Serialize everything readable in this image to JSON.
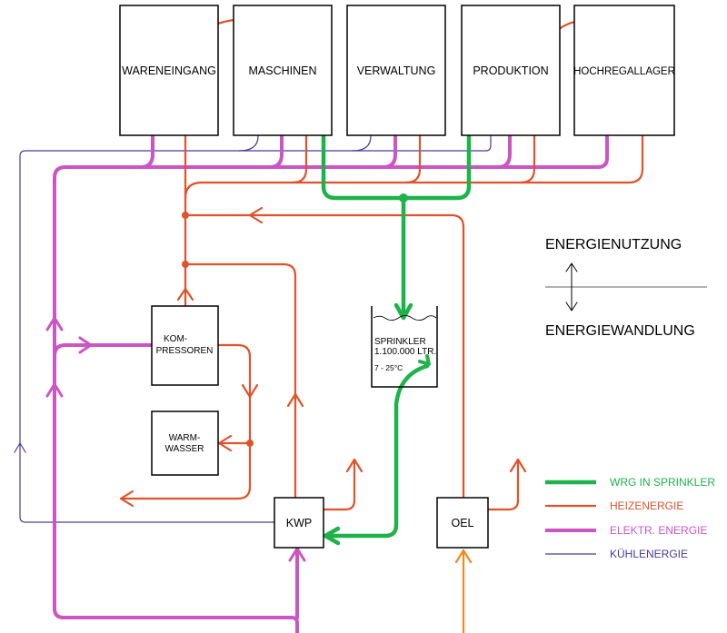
{
  "colors": {
    "wrg": "#1db34a",
    "heiz": "#e0522a",
    "elektr": "#cc55c4",
    "kuehl": "#4b3a9a",
    "oel_feed": "#f08a1c"
  },
  "buildings": [
    {
      "label": "WARENEINGANG"
    },
    {
      "label": "MASCHINEN"
    },
    {
      "label": "VERWALTUNG"
    },
    {
      "label": "PRODUKTION"
    },
    {
      "label": "HOCHREGALLAGER"
    }
  ],
  "units": {
    "kompressoren": [
      "KOM-",
      "PRESSOREN"
    ],
    "warmwasser": [
      "WARM-",
      "WASSER"
    ],
    "sprinkler": [
      "SPRINKLER",
      "1.100.000 LTR.",
      "7 - 25°C"
    ],
    "kwp": "KWP",
    "oel": "OEL"
  },
  "energy_axis": {
    "top": "ENERGIENUTZUNG",
    "bottom": "ENERGIEWANDLUNG"
  },
  "legend": [
    {
      "label": "WRG IN SPRINKLER",
      "color": "#1db34a"
    },
    {
      "label": "HEIZENERGIE",
      "color": "#e0522a"
    },
    {
      "label": "ELEKTR. ENERGIE",
      "color": "#cc55c4"
    },
    {
      "label": "KÜHLENERGIE",
      "color": "#4b3a9a"
    }
  ]
}
